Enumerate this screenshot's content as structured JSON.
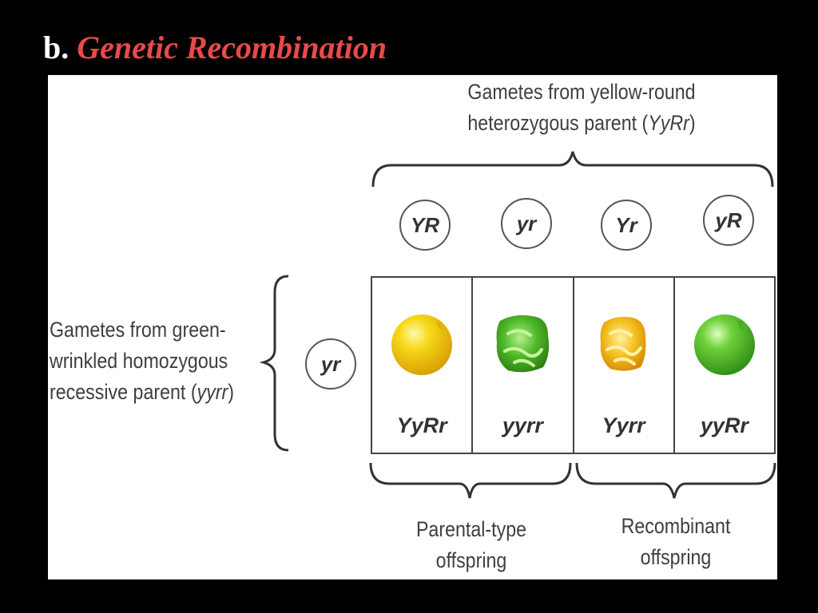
{
  "title": {
    "prefix": "b.",
    "name": "Genetic Recombination"
  },
  "top_label": {
    "line1": "Gametes from yellow-round",
    "line2_prefix": "heterozygous parent (",
    "line2_genotype": "YyRr",
    "line2_suffix": ")"
  },
  "left_label": {
    "line1": "Gametes from green-",
    "line2": "wrinkled homozygous",
    "line3_prefix": "recessive parent (",
    "line3_genotype": "yyrr",
    "line3_suffix": ")"
  },
  "top_gametes": [
    "YR",
    "yr",
    "Yr",
    "yR"
  ],
  "left_gamete": "yr",
  "offspring": [
    {
      "genotype": "YyRr",
      "color": "yellow",
      "shape": "round"
    },
    {
      "genotype": "yyrr",
      "color": "green",
      "shape": "wrinkled"
    },
    {
      "genotype": "Yyrr",
      "color": "yellow",
      "shape": "wrinkled"
    },
    {
      "genotype": "yyRr",
      "color": "green",
      "shape": "round"
    }
  ],
  "bottom_labels": {
    "parental": {
      "line1": "Parental-type",
      "line2": "offspring"
    },
    "recombinant": {
      "line1": "Recombinant",
      "line2": "offspring"
    }
  },
  "colors": {
    "title_accent": "#e84a4a",
    "pea_yellow": "#f2c811",
    "pea_green": "#5fc42a"
  }
}
